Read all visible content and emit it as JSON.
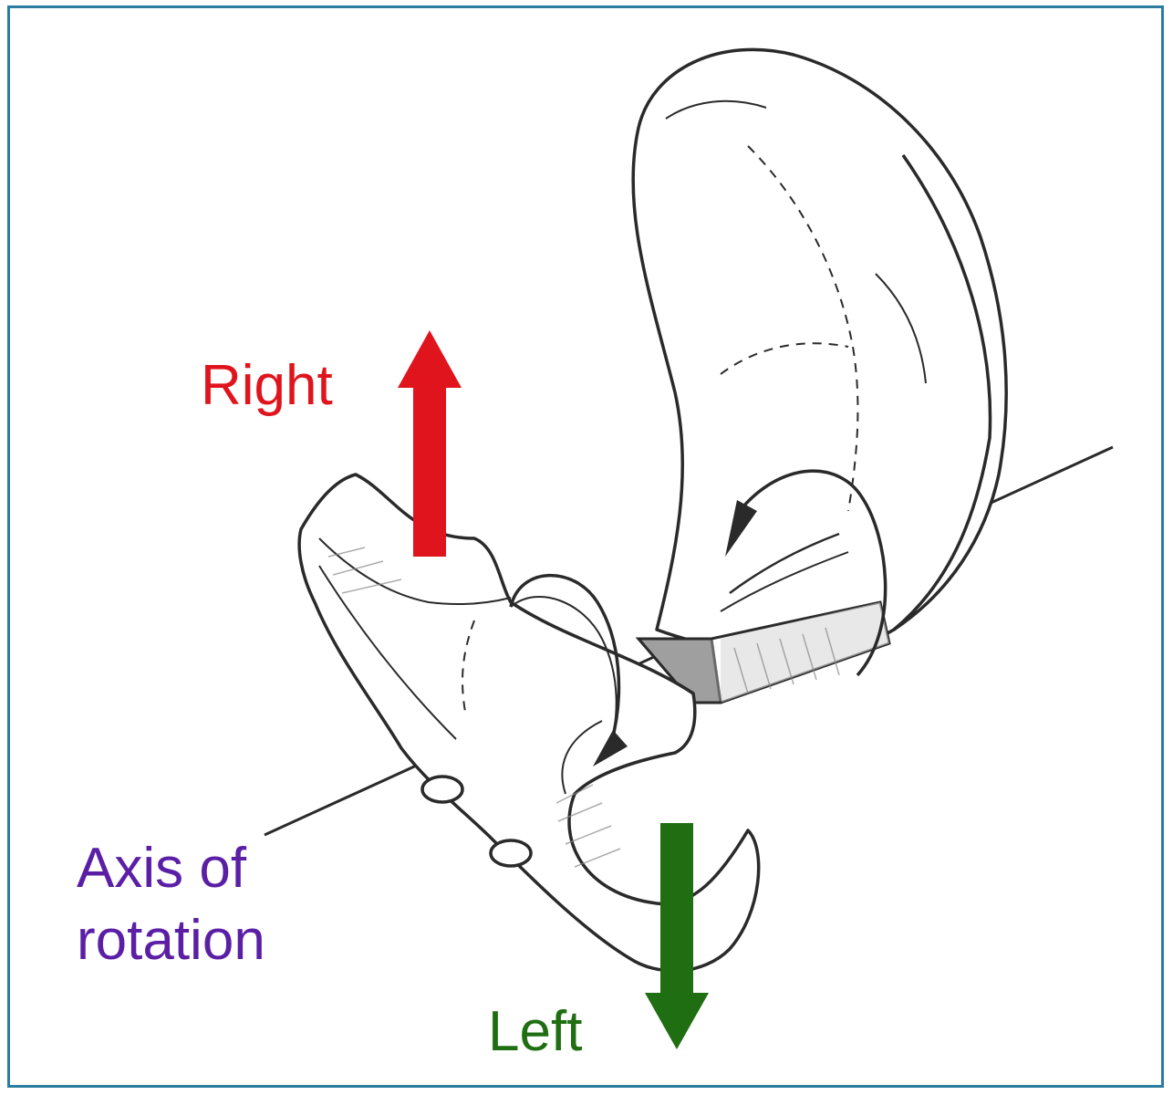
{
  "labels": {
    "right": "Right",
    "axis_line1": "Axis of",
    "axis_line2": "rotation",
    "left": "Left"
  },
  "colors": {
    "right": "#e0141c",
    "left": "#1f6e12",
    "axis": "#5b1fa6",
    "border": "#2b7da0",
    "line": "#2a2a2a"
  }
}
